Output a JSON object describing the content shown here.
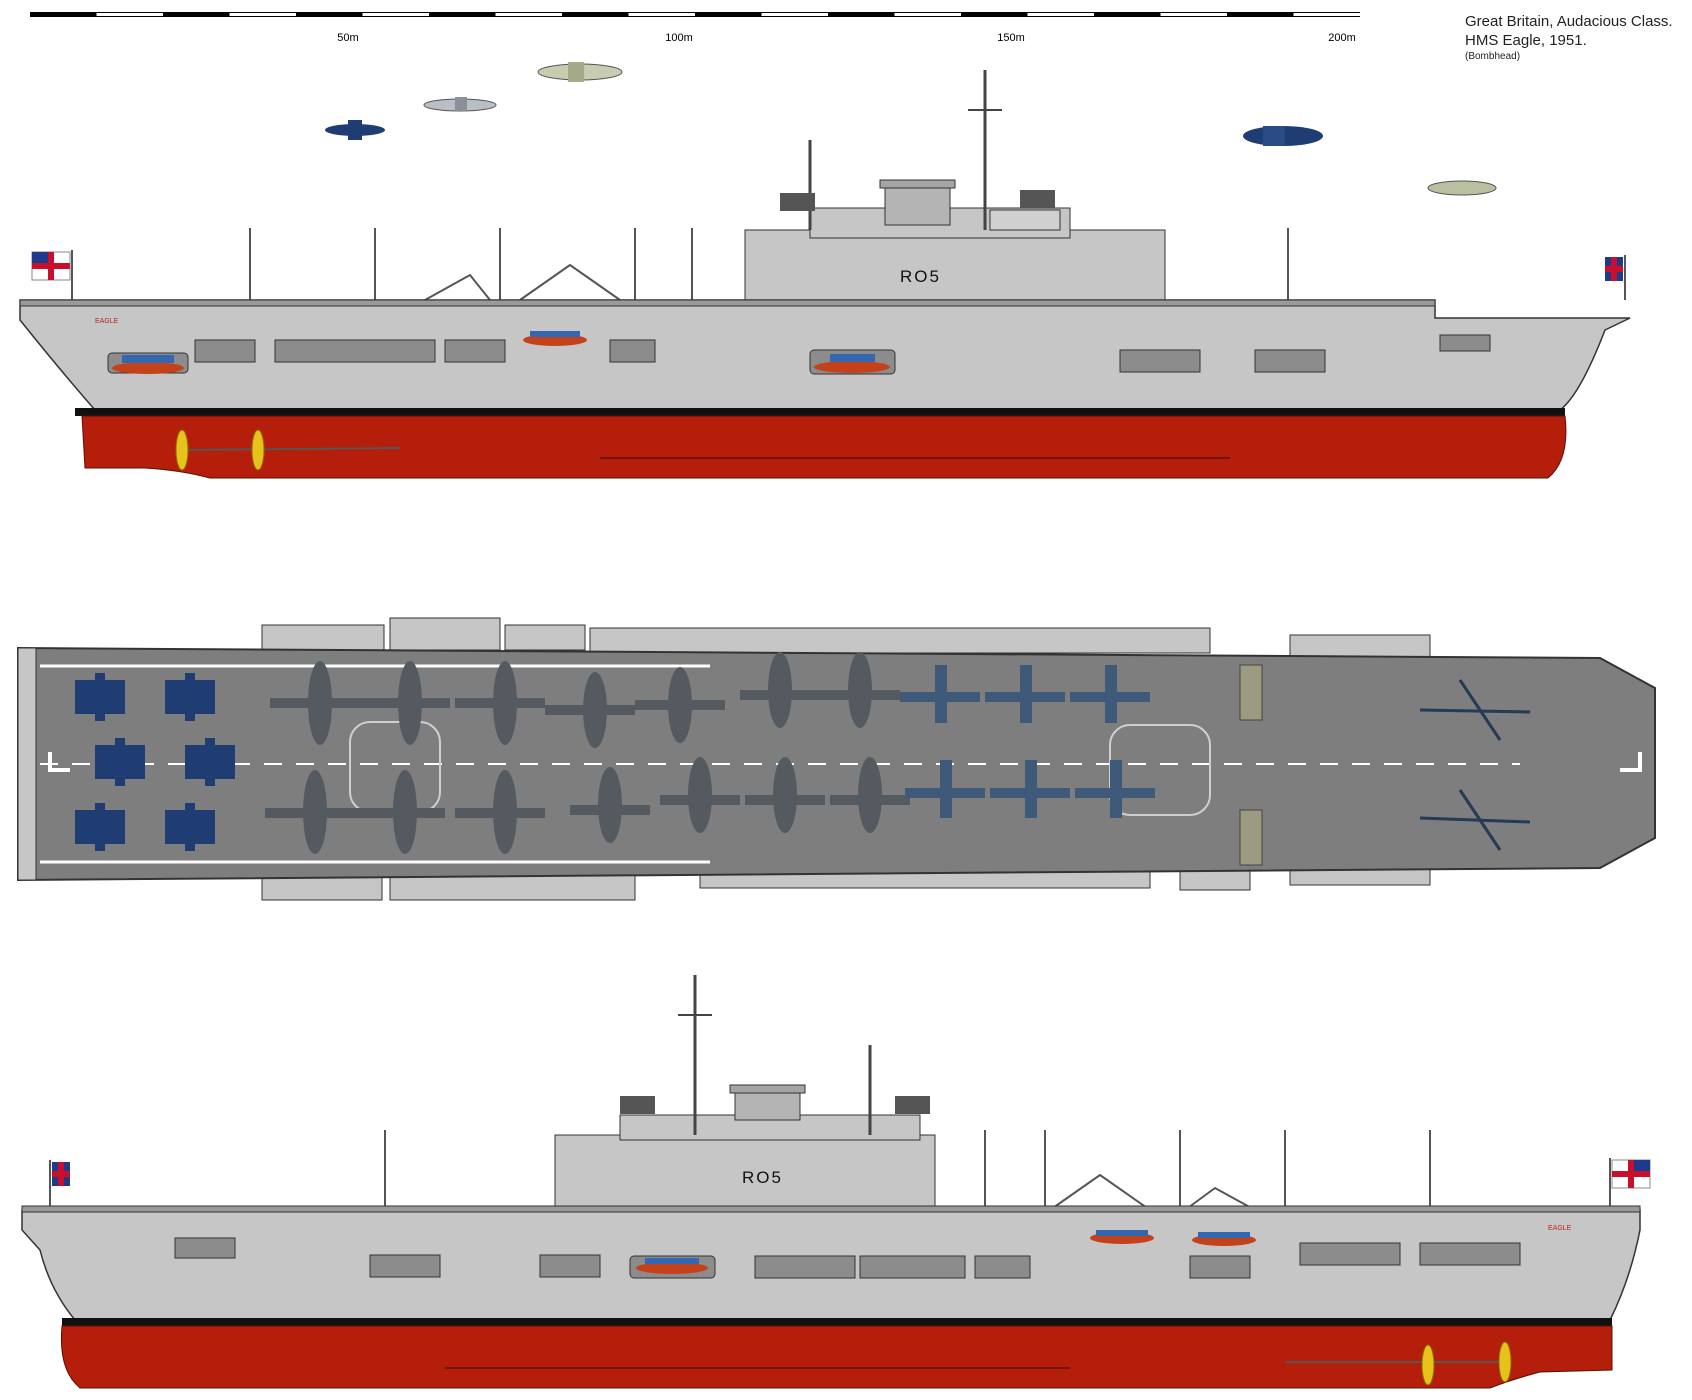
{
  "caption": {
    "line1": "Great Britain, Audacious Class.",
    "line2": "HMS Eagle, 1951.",
    "line3": "(Bombhead)"
  },
  "scale": {
    "ticks": [
      "50m",
      "100m",
      "150m",
      "200m"
    ]
  },
  "ship": {
    "hull_number": "RO5",
    "name": "EAGLE"
  },
  "colors": {
    "hull_grey": "#c6c6c6",
    "hull_red": "#b51e0a",
    "boot_black": "#111111",
    "deck_grey": "#7e7e7e",
    "aircraft_blue": "#1f3c73",
    "aircraft_grey": "#555a60",
    "propeller": "#e6c21a"
  },
  "views": {
    "starboard": "starboard-profile",
    "deck": "flight-deck-plan",
    "port": "port-profile"
  },
  "icons": [
    "white-ensign-flag-icon",
    "union-jack-flag-icon",
    "aircraft-icon",
    "lifeboat-icon",
    "propeller-icon",
    "radar-antenna-icon"
  ]
}
